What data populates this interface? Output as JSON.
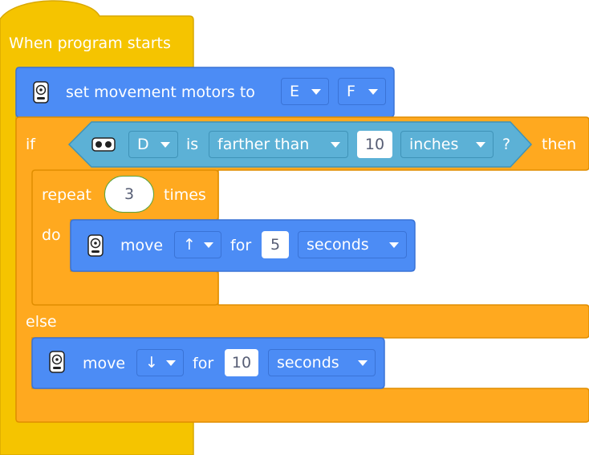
{
  "blocks": {
    "hat_label": "When program starts",
    "set_motors": {
      "label": "set movement motors to",
      "port_left": "E",
      "port_right": "F"
    },
    "if_block": {
      "if_label": "if",
      "then_label": "then",
      "else_label": "else",
      "condition": {
        "port": "D",
        "is_label": "is",
        "comparison": "farther than",
        "distance": "10",
        "unit": "inches",
        "question": "?"
      }
    },
    "repeat_block": {
      "repeat_label": "repeat",
      "count": "3",
      "times_label": "times",
      "do_label": "do"
    },
    "move_forward": {
      "move_label": "move",
      "direction": "↑",
      "for_label": "for",
      "duration": "5",
      "unit": "seconds"
    },
    "move_backward": {
      "move_label": "move",
      "direction": "↓",
      "for_label": "for",
      "duration": "10",
      "unit": "seconds"
    }
  },
  "colors": {
    "event_yellow": "#f5c400",
    "control_orange": "#ffa91f",
    "motor_blue": "#4c8cf5",
    "sensor_teal": "#5cb1d6"
  },
  "icons": {
    "motor": "motor-pair-icon",
    "sensor": "distance-sensor-icon"
  }
}
